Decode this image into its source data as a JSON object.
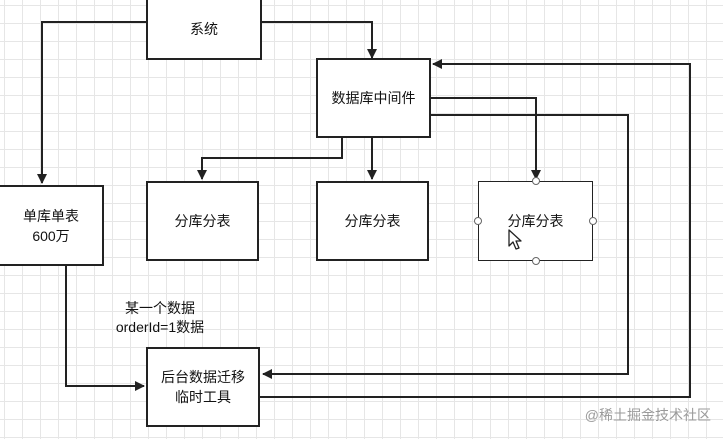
{
  "nodes": {
    "system": "系统",
    "middleware": "数据库中间件",
    "shard_1": "分库分表",
    "shard_2": "分库分表",
    "shard_3": "分库分表",
    "single_db": "单库单表\n600万",
    "migration_tool": "后台数据迁移\n临时工具"
  },
  "edge_labels": {
    "line1": "某一个数据",
    "line2": "orderId=1数据"
  },
  "watermark": "@稀土掘金技术社区",
  "colors": {
    "stroke": "#222222",
    "grid": "#e6e6e6"
  },
  "icons": [
    "arrow-cursor-icon",
    "selection-handle-icon"
  ]
}
